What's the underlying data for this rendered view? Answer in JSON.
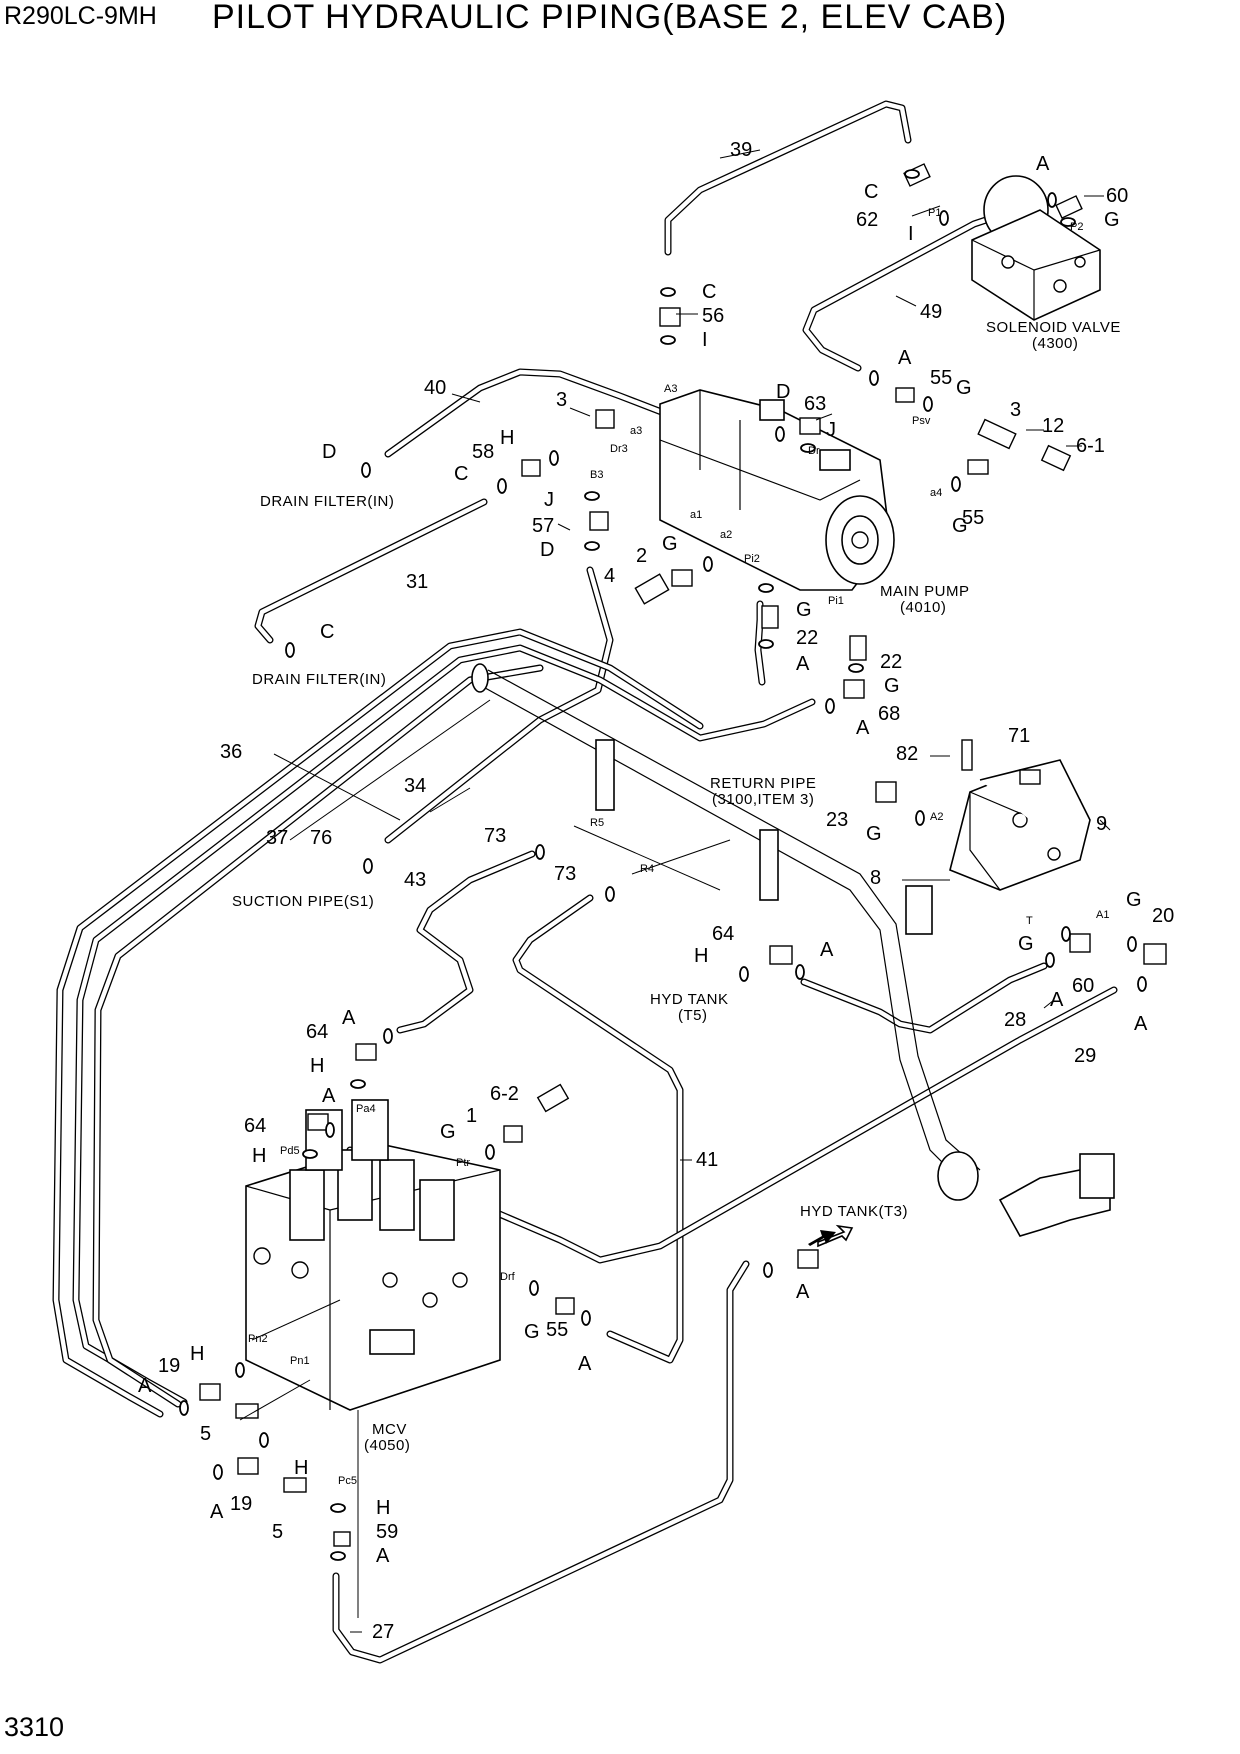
{
  "header": {
    "model": "R290LC-9MH",
    "title": "PILOT HYDRAULIC PIPING(BASE 2, ELEV CAB)"
  },
  "page_number": "3310",
  "labels": {
    "solenoid_valve": "SOLENOID VALVE",
    "solenoid_valve_code": "(4300)",
    "main_pump": "MAIN PUMP",
    "main_pump_code": "(4010)",
    "drain_filter_1": "DRAIN FILTER(IN)",
    "drain_filter_2": "DRAIN FILTER(IN)",
    "return_pipe": "RETURN PIPE",
    "return_pipe_code": "(3100,ITEM 3)",
    "suction_pipe": "SUCTION PIPE(S1)",
    "hyd_tank_t5": "HYD TANK",
    "hyd_tank_t5_code": "(T5)",
    "hyd_tank_t3": "HYD TANK(T3)",
    "mcv": "MCV",
    "mcv_code": "(4050)"
  },
  "callouts": [
    {
      "id": "39",
      "text": "39"
    },
    {
      "id": "60a",
      "text": "60"
    },
    {
      "id": "62",
      "text": "62"
    },
    {
      "id": "56",
      "text": "56"
    },
    {
      "id": "49",
      "text": "49"
    },
    {
      "id": "40",
      "text": "40"
    },
    {
      "id": "3a",
      "text": "3"
    },
    {
      "id": "63",
      "text": "63"
    },
    {
      "id": "55a",
      "text": "55"
    },
    {
      "id": "3b",
      "text": "3"
    },
    {
      "id": "12",
      "text": "12"
    },
    {
      "id": "6-1",
      "text": "6-1"
    },
    {
      "id": "58",
      "text": "58"
    },
    {
      "id": "57",
      "text": "57"
    },
    {
      "id": "55b",
      "text": "55"
    },
    {
      "id": "2",
      "text": "2"
    },
    {
      "id": "4",
      "text": "4"
    },
    {
      "id": "31",
      "text": "31"
    },
    {
      "id": "22a",
      "text": "22"
    },
    {
      "id": "22b",
      "text": "22"
    },
    {
      "id": "68",
      "text": "68"
    },
    {
      "id": "36",
      "text": "36"
    },
    {
      "id": "82",
      "text": "82"
    },
    {
      "id": "71",
      "text": "71"
    },
    {
      "id": "34",
      "text": "34"
    },
    {
      "id": "23",
      "text": "23"
    },
    {
      "id": "9",
      "text": "9"
    },
    {
      "id": "37",
      "text": "37"
    },
    {
      "id": "76",
      "text": "76"
    },
    {
      "id": "73a",
      "text": "73"
    },
    {
      "id": "43",
      "text": "43"
    },
    {
      "id": "73b",
      "text": "73"
    },
    {
      "id": "8",
      "text": "8"
    },
    {
      "id": "20",
      "text": "20"
    },
    {
      "id": "64a",
      "text": "64"
    },
    {
      "id": "60b",
      "text": "60"
    },
    {
      "id": "28",
      "text": "28"
    },
    {
      "id": "29",
      "text": "29"
    },
    {
      "id": "64b",
      "text": "64"
    },
    {
      "id": "6-2",
      "text": "6-2"
    },
    {
      "id": "1",
      "text": "1"
    },
    {
      "id": "64c",
      "text": "64"
    },
    {
      "id": "41",
      "text": "41"
    },
    {
      "id": "55c",
      "text": "55"
    },
    {
      "id": "19a",
      "text": "19"
    },
    {
      "id": "5a",
      "text": "5"
    },
    {
      "id": "19b",
      "text": "19"
    },
    {
      "id": "5b",
      "text": "5"
    },
    {
      "id": "59",
      "text": "59"
    },
    {
      "id": "27",
      "text": "27"
    }
  ],
  "seal_letters": [
    {
      "id": "A1",
      "text": "A"
    },
    {
      "id": "C1",
      "text": "C"
    },
    {
      "id": "I1",
      "text": "I"
    },
    {
      "id": "G1",
      "text": "G"
    },
    {
      "id": "C2",
      "text": "C"
    },
    {
      "id": "I2",
      "text": "I"
    },
    {
      "id": "A2",
      "text": "A"
    },
    {
      "id": "G2",
      "text": "G"
    },
    {
      "id": "D1",
      "text": "D"
    },
    {
      "id": "J1",
      "text": "J"
    },
    {
      "id": "D2",
      "text": "D"
    },
    {
      "id": "C3",
      "text": "C"
    },
    {
      "id": "H1",
      "text": "H"
    },
    {
      "id": "J2",
      "text": "J"
    },
    {
      "id": "D3",
      "text": "D"
    },
    {
      "id": "G3",
      "text": "G"
    },
    {
      "id": "G4",
      "text": "G"
    },
    {
      "id": "G5",
      "text": "G"
    },
    {
      "id": "C4",
      "text": "C"
    },
    {
      "id": "A3",
      "text": "A"
    },
    {
      "id": "G6",
      "text": "G"
    },
    {
      "id": "A4",
      "text": "A"
    },
    {
      "id": "G7",
      "text": "G"
    },
    {
      "id": "G8",
      "text": "G"
    },
    {
      "id": "G9",
      "text": "G"
    },
    {
      "id": "A5",
      "text": "A"
    },
    {
      "id": "H2",
      "text": "H"
    },
    {
      "id": "A6",
      "text": "A"
    },
    {
      "id": "A7",
      "text": "A"
    },
    {
      "id": "A8",
      "text": "A"
    },
    {
      "id": "H3",
      "text": "H"
    },
    {
      "id": "A9",
      "text": "A"
    },
    {
      "id": "H4",
      "text": "H"
    },
    {
      "id": "G10",
      "text": "G"
    },
    {
      "id": "A10",
      "text": "A"
    },
    {
      "id": "G11",
      "text": "G"
    },
    {
      "id": "A11",
      "text": "A"
    },
    {
      "id": "H5",
      "text": "H"
    },
    {
      "id": "A12",
      "text": "A"
    },
    {
      "id": "H6",
      "text": "H"
    },
    {
      "id": "A13",
      "text": "A"
    },
    {
      "id": "H7",
      "text": "H"
    },
    {
      "id": "A14",
      "text": "A"
    }
  ],
  "ports": [
    {
      "id": "P1",
      "text": "P1"
    },
    {
      "id": "P2",
      "text": "P2"
    },
    {
      "id": "A3p",
      "text": "A3"
    },
    {
      "id": "a3",
      "text": "a3"
    },
    {
      "id": "Dr3",
      "text": "Dr3"
    },
    {
      "id": "Psv",
      "text": "Psv"
    },
    {
      "id": "Dr",
      "text": "Dr"
    },
    {
      "id": "B3",
      "text": "B3"
    },
    {
      "id": "a4",
      "text": "a4"
    },
    {
      "id": "a1",
      "text": "a1"
    },
    {
      "id": "a2",
      "text": "a2"
    },
    {
      "id": "Pi2",
      "text": "Pi2"
    },
    {
      "id": "Pi1",
      "text": "Pi1"
    },
    {
      "id": "A2p",
      "text": "A2"
    },
    {
      "id": "R5",
      "text": "R5"
    },
    {
      "id": "R4",
      "text": "R4"
    },
    {
      "id": "A1p",
      "text": "A1"
    },
    {
      "id": "T",
      "text": "T"
    },
    {
      "id": "Pa4",
      "text": "Pa4"
    },
    {
      "id": "Pd5",
      "text": "Pd5"
    },
    {
      "id": "Ptr",
      "text": "Ptr"
    },
    {
      "id": "Drf",
      "text": "Drf"
    },
    {
      "id": "Pn2",
      "text": "Pn2"
    },
    {
      "id": "Pn1",
      "text": "Pn1"
    },
    {
      "id": "Pc5",
      "text": "Pc5"
    }
  ]
}
